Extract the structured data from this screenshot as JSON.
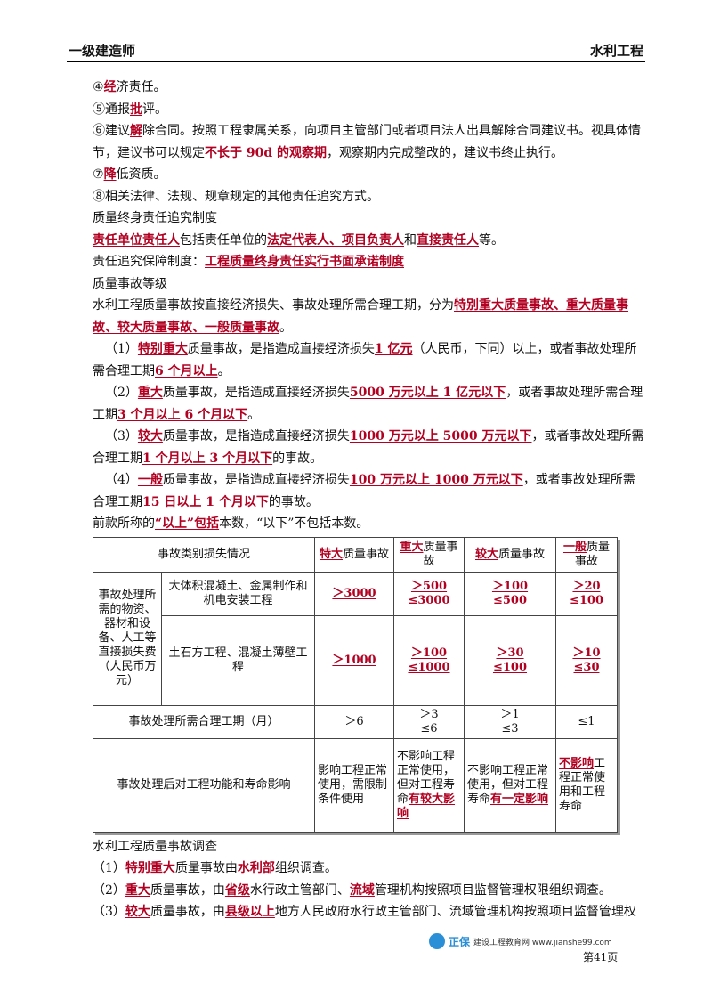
{
  "header": {
    "left": "一级建造师",
    "right": "水利工程"
  },
  "items": {
    "i4_pre": "④",
    "i4_hl": "经",
    "i4_post": "济责任。",
    "i5_pre": "⑤通报",
    "i5_hl": "批",
    "i5_post": "评。",
    "i6_pre": "⑥建议",
    "i6_hl": "解",
    "i6_mid": "除合同。按照工程隶属关系，向项目主管部门或者项目法人出具解除合同建议书。视具体情节，建议书可以规定",
    "i6_hl2": "不长于 90d 的观察期",
    "i6_post": "，观察期内完成整改的，建议书终止执行。",
    "i7_pre": "⑦",
    "i7_hl": "降",
    "i7_post": "低资质。",
    "i8": "⑧相关法律、法规、规章规定的其他责任追究方式。"
  },
  "lifetime": {
    "heading": "质量终身责任追究制度",
    "hl1": "责任单位责任人",
    "t1": "包括责任单位的",
    "hl2": "法定代表人、项目负责人",
    "t2": "和",
    "hl3": "直接责任人",
    "t3": "等。",
    "guar_pre": "责任追究保障制度：",
    "guar_hl": "工程质量终身责任实行书面承诺制度"
  },
  "grade": {
    "heading": "质量事故等级",
    "intro_pre": "水利工程质量事故按直接经济损失、事故处理所需合理工期，分为",
    "intro_hl": "特别重大质量事故、重大质量事故、较大质量事故、一般质量事故",
    "intro_post": "。",
    "g1_a": "（1）",
    "g1_hl1": "特别重大",
    "g1_b": "质量事故，是指造成直接经济损失",
    "g1_hl2": "1 亿元",
    "g1_c": "（人民币，下同）以上，或者事故处理所需合理工期",
    "g1_hl3": "6 个月以上",
    "g1_d": "。",
    "g2_a": "（2）",
    "g2_hl1": "重大",
    "g2_b": "质量事故，是指造成直接经济损失",
    "g2_hl2": "5000 万元以上 1 亿元以下",
    "g2_c": "，或者事故处理所需合理工期",
    "g2_hl3": "3 个月以上 6 个月以下",
    "g2_d": "。",
    "g3_a": "（3）",
    "g3_hl1": "较大",
    "g3_b": "质量事故，是指造成直接经济损失",
    "g3_hl2": "1000 万元以上 5000 万元以下",
    "g3_c": "，或者事故处理所需合理工期",
    "g3_hl3": "1 个月以上 3 个月以下",
    "g3_d": "的事故。",
    "g4_a": "（4）",
    "g4_hl1": "一般",
    "g4_b": "质量事故，是指造成直接经济损失",
    "g4_hl2": "100 万元以上 1000 万元以下",
    "g4_c": "，或者事故处理所需合理工期",
    "g4_hl3": "15 日以上 1 个月以下",
    "g4_d": "的事故。",
    "note_pre": "前款所称的",
    "note_hl": "“以上”包括",
    "note_post": "本数，“以下”不包括本数。"
  },
  "table": {
    "h0": "事故类别损失情况",
    "h1_hl": "特大",
    "h1": "质量事故",
    "h2_hl": "重大",
    "h2": "质量事故",
    "h3_hl": "较大",
    "h3": "质量事故",
    "h4_hl": "一般",
    "h4": "质量事故",
    "loss_label": "事故处理所需的物资、器材和设备、人工等直接损失费（人民币万元）",
    "r1_label": "大体积混凝土、金属制作和机电安装工程",
    "r1": [
      "＞3000",
      "＞500",
      "≤3000",
      "＞100",
      "≤500",
      "＞20",
      "≤100"
    ],
    "r2_label": "土石方工程、混凝土薄壁工程",
    "r2": [
      "＞1000",
      "＞100",
      "≤1000",
      "＞30",
      "≤100",
      "＞10",
      "≤30"
    ],
    "r3_label": "事故处理所需合理工期（月）",
    "r3": [
      "＞6",
      "＞3",
      "≤6",
      "＞1",
      "≤3",
      "≤1"
    ],
    "r4_label": "事故处理后对工程功能和寿命影响",
    "r4_c1": "影响工程正常使用，需限制条件使用",
    "r4_c2": "不影响工程正常使用，但对工程寿命",
    "r4_c2_hl": "有较大影响",
    "r4_c3": "不影响工程正常使用，但对工程寿命",
    "r4_c3_hl": "有一定影响",
    "r4_c4_hl": "不影响",
    "r4_c4": "工程正常使用和工程寿命"
  },
  "investigation": {
    "heading": "水利工程质量事故调查",
    "l1_a": "（1）",
    "l1_hl1": "特别重大",
    "l1_b": "质量事故由",
    "l1_hl2": "水利部",
    "l1_c": "组织调查。",
    "l2_a": "（2）",
    "l2_hl1": "重大",
    "l2_b": "质量事故，由",
    "l2_hl2": "省级",
    "l2_c": "水行政主管部门、",
    "l2_hl3": "流域",
    "l2_d": "管理机构按照项目监督管理权限组织调查。",
    "l3_a": "（3）",
    "l3_hl1": "较大",
    "l3_b": "质量事故，由",
    "l3_hl2": "县级以上",
    "l3_c": "地方人民政府水行政主管部门、流域管理机构按照项目监督管理权"
  },
  "footer": {
    "brand": "正保",
    "site": "建设工程教育网 www.jianshe99.com",
    "page": "第41页"
  },
  "colors": {
    "highlight": "#b10021"
  }
}
